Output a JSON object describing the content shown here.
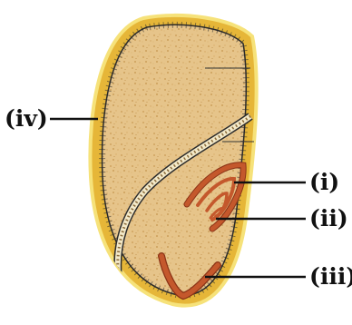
{
  "labels": {
    "iv": "(iv)",
    "i": "(i)",
    "ii": "(ii)",
    "iii": "(iii)"
  },
  "colors": {
    "background": "#ffffff",
    "seed_coat_outer": "#e6b638",
    "seed_coat_inner": "#f6e27a",
    "endosperm": "#e7c58a",
    "cotyledon_fill": "#f2dca8",
    "embryo_red": "#c4582c",
    "embryo_dark": "#8a3316",
    "outline": "#2b2b2b"
  }
}
